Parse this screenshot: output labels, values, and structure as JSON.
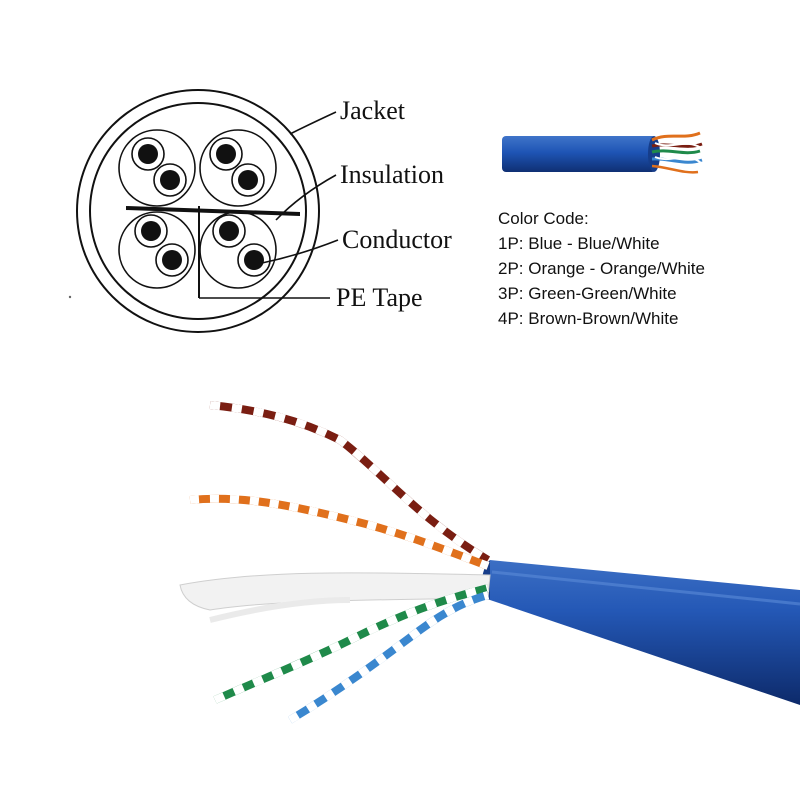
{
  "diagram": {
    "callouts": {
      "jacket": "Jacket",
      "insulation": "Insulation",
      "conductor": "Conductor",
      "pe_tape": "PE Tape"
    }
  },
  "color_code": {
    "title": "Color Code:",
    "pairs": [
      "1P: Blue - Blue/White",
      "2P: Orange - Orange/White",
      "3P: Green-Green/White",
      "4P: Brown-Brown/White"
    ]
  },
  "colors": {
    "jacket_blue": "#1e4fa8",
    "brown": "#7a1e12",
    "orange": "#e0701c",
    "green": "#1f8a4a",
    "blue_wire": "#3a87cf",
    "white": "#f6f6f6"
  }
}
